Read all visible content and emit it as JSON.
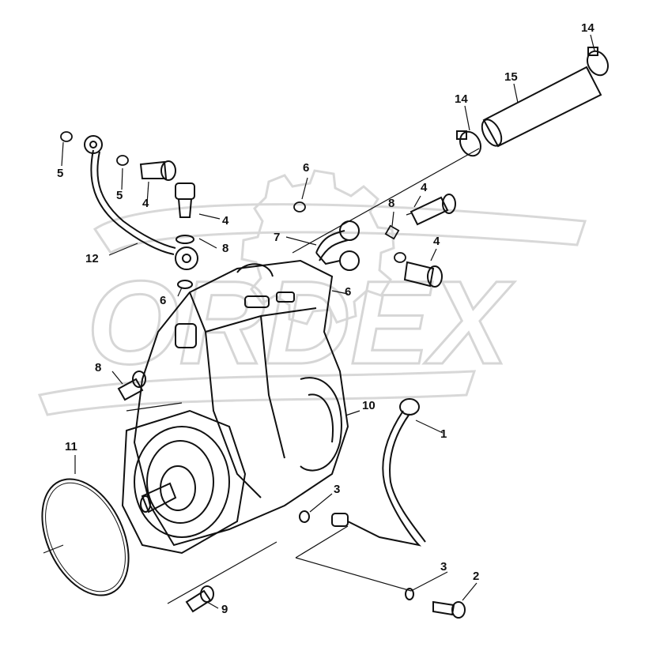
{
  "watermark": {
    "text": "ORDEX"
  },
  "callouts": [
    {
      "id": "c-14-top",
      "text": "14"
    },
    {
      "id": "c-15",
      "text": "15"
    },
    {
      "id": "c-14-mid",
      "text": "14"
    },
    {
      "id": "c-5-left",
      "text": "5"
    },
    {
      "id": "c-5-mid",
      "text": "5"
    },
    {
      "id": "c-4-a",
      "text": "4"
    },
    {
      "id": "c-6-top",
      "text": "6"
    },
    {
      "id": "c-4-b",
      "text": "4"
    },
    {
      "id": "c-8-a",
      "text": "8"
    },
    {
      "id": "c-12",
      "text": "12"
    },
    {
      "id": "c-6-left",
      "text": "6"
    },
    {
      "id": "c-7",
      "text": "7"
    },
    {
      "id": "c-4-c",
      "text": "4"
    },
    {
      "id": "c-8-b",
      "text": "8"
    },
    {
      "id": "c-4-d",
      "text": "4"
    },
    {
      "id": "c-6-mid",
      "text": "6"
    },
    {
      "id": "c-8-c",
      "text": "8"
    },
    {
      "id": "c-10",
      "text": "10"
    },
    {
      "id": "c-1",
      "text": "1"
    },
    {
      "id": "c-11",
      "text": "11"
    },
    {
      "id": "c-3-a",
      "text": "3"
    },
    {
      "id": "c-3-b",
      "text": "3"
    },
    {
      "id": "c-2",
      "text": "2"
    },
    {
      "id": "c-9",
      "text": "9"
    }
  ]
}
